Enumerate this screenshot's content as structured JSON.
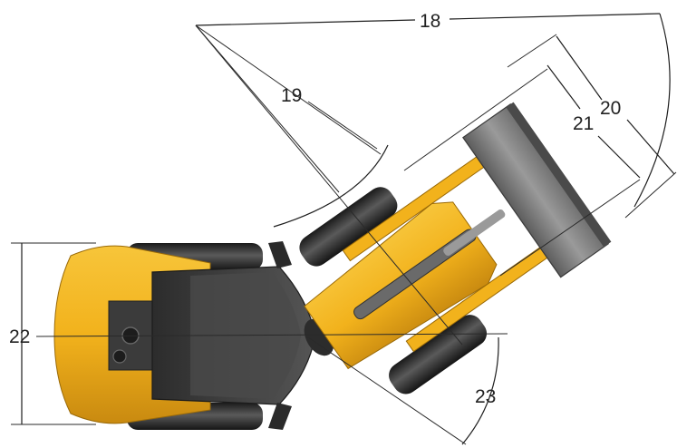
{
  "labels": {
    "d18": "18",
    "d19": "19",
    "d20": "20",
    "d21": "21",
    "d22": "22",
    "d23": "23"
  },
  "colors": {
    "machine_yellow": "#f2b21c",
    "yellow_dark": "#c98a10",
    "tire": "#2b2b2b",
    "cab_glass": "#3a3a3a",
    "bucket": "#7a7a7a",
    "dimension_line": "#1e1e1e"
  }
}
